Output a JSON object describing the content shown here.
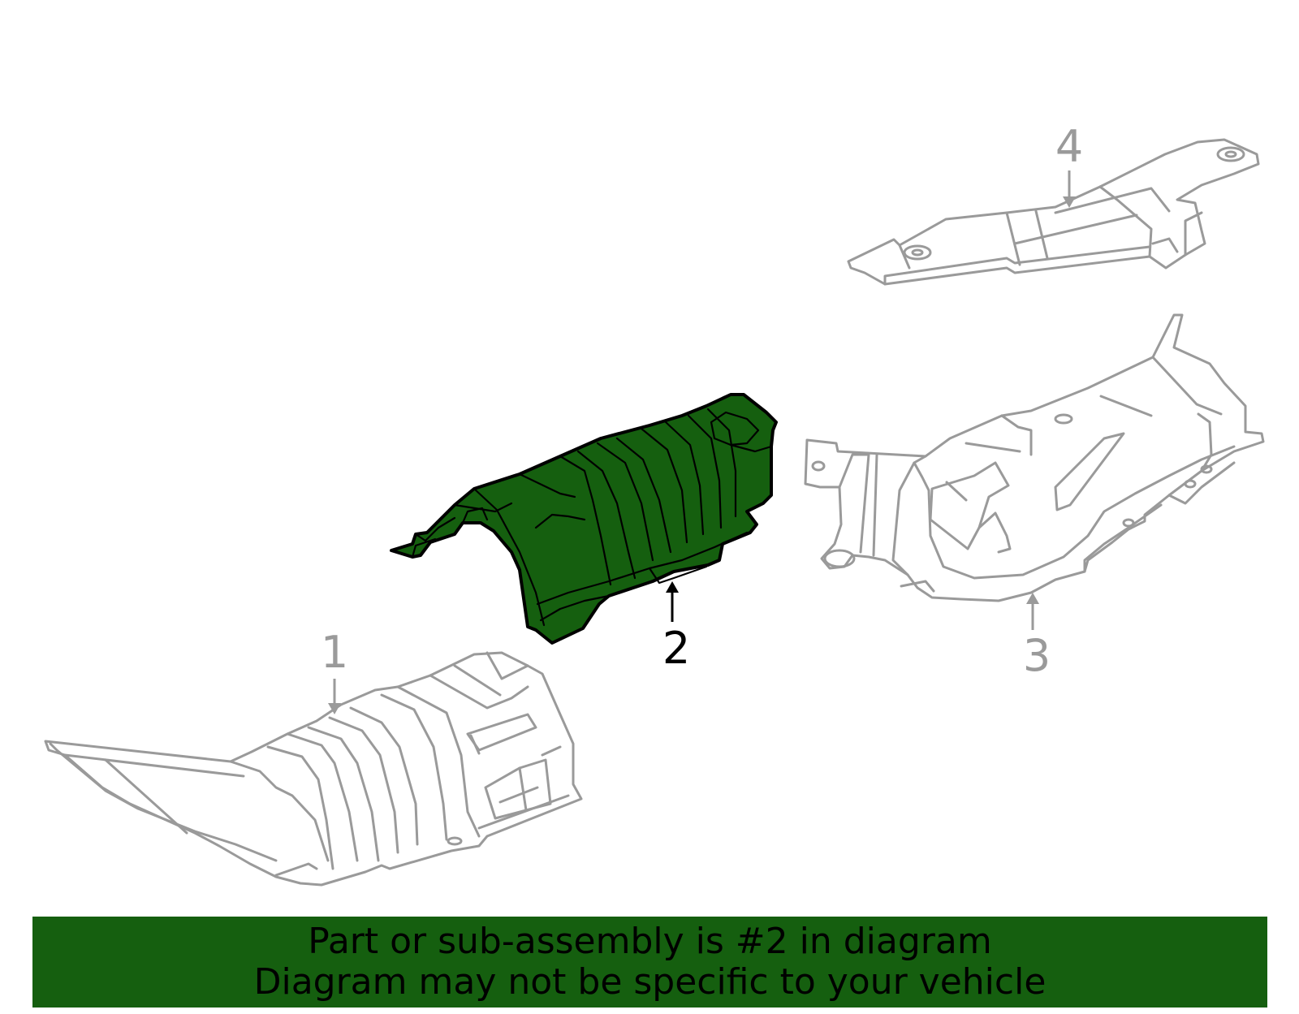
{
  "diagram": {
    "callouts": [
      {
        "label": "1",
        "highlighted": false
      },
      {
        "label": "2",
        "highlighted": true
      },
      {
        "label": "3",
        "highlighted": false
      },
      {
        "label": "4",
        "highlighted": false
      }
    ],
    "colors": {
      "highlight": "#155f0f",
      "outline_gray": "#9a9a9a",
      "outline_black": "#000000"
    }
  },
  "banner": {
    "line1": "Part or sub-assembly is #2 in diagram",
    "line2": "Diagram may not be specific to your vehicle"
  }
}
